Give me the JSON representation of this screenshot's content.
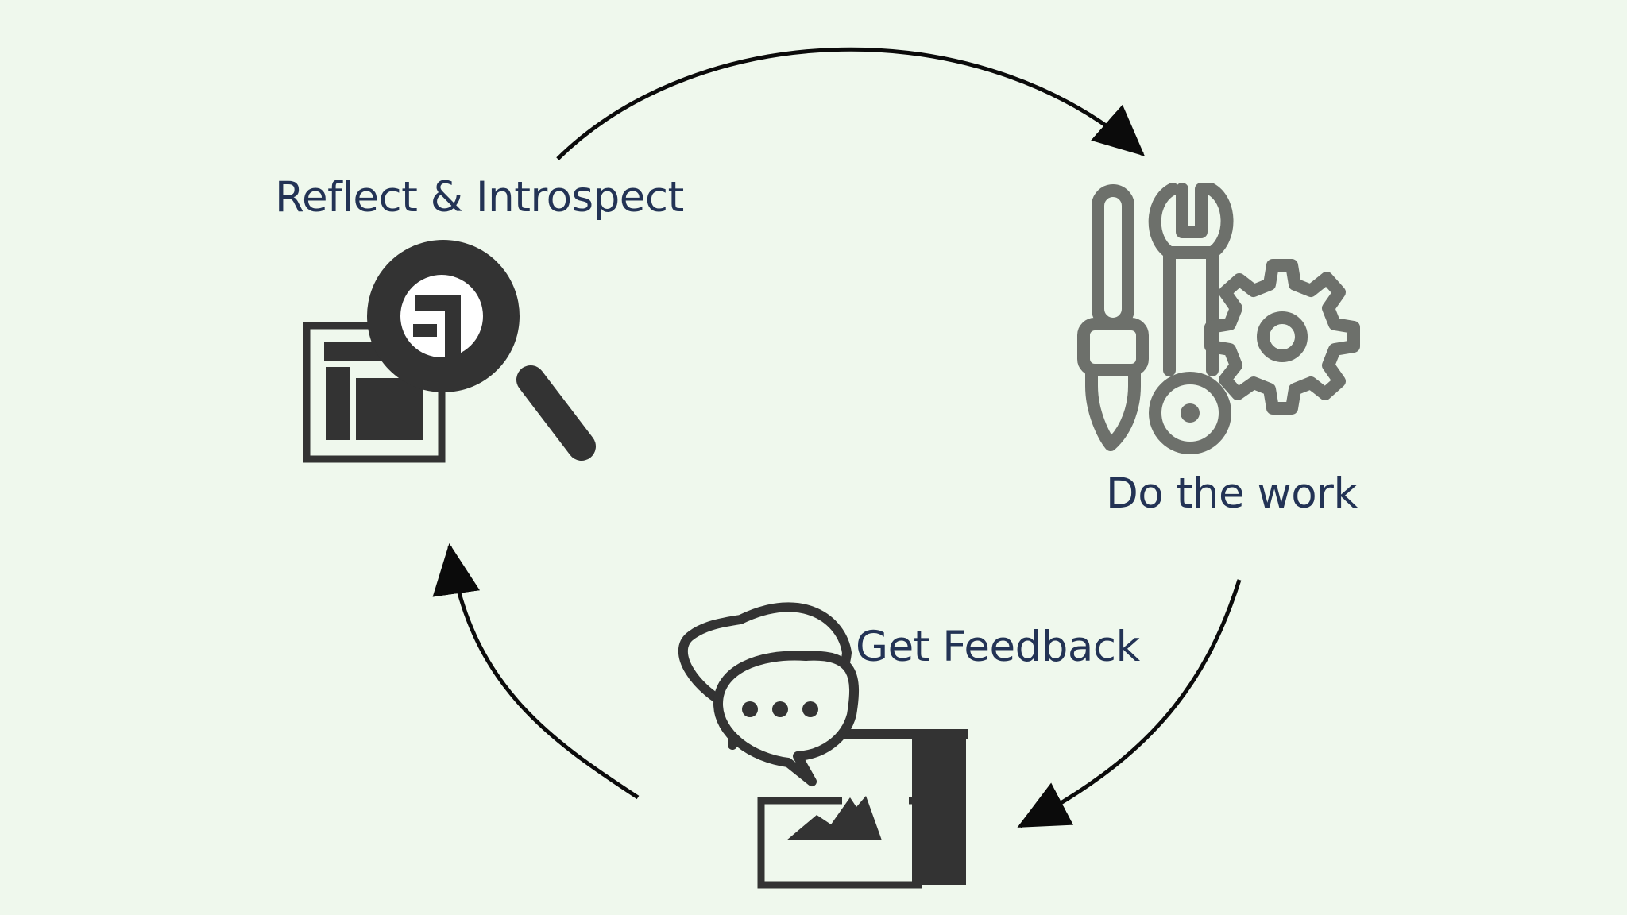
{
  "diagram": {
    "steps": [
      {
        "id": "reflect",
        "label": "Reflect & Introspect",
        "icon": "report-magnifier-icon"
      },
      {
        "id": "work",
        "label": "Do the work",
        "icon": "tools-gear-icon"
      },
      {
        "id": "feedback",
        "label": "Get Feedback",
        "icon": "chat-bubbles-document-icon"
      }
    ],
    "flow": [
      "reflect",
      "work",
      "feedback",
      "reflect"
    ]
  },
  "colors": {
    "background": "#eff8ed",
    "label_text": "#233355",
    "dark_icon": "#333333",
    "tools_icon": "#6d706b",
    "arrow": "#0b0b0b"
  }
}
